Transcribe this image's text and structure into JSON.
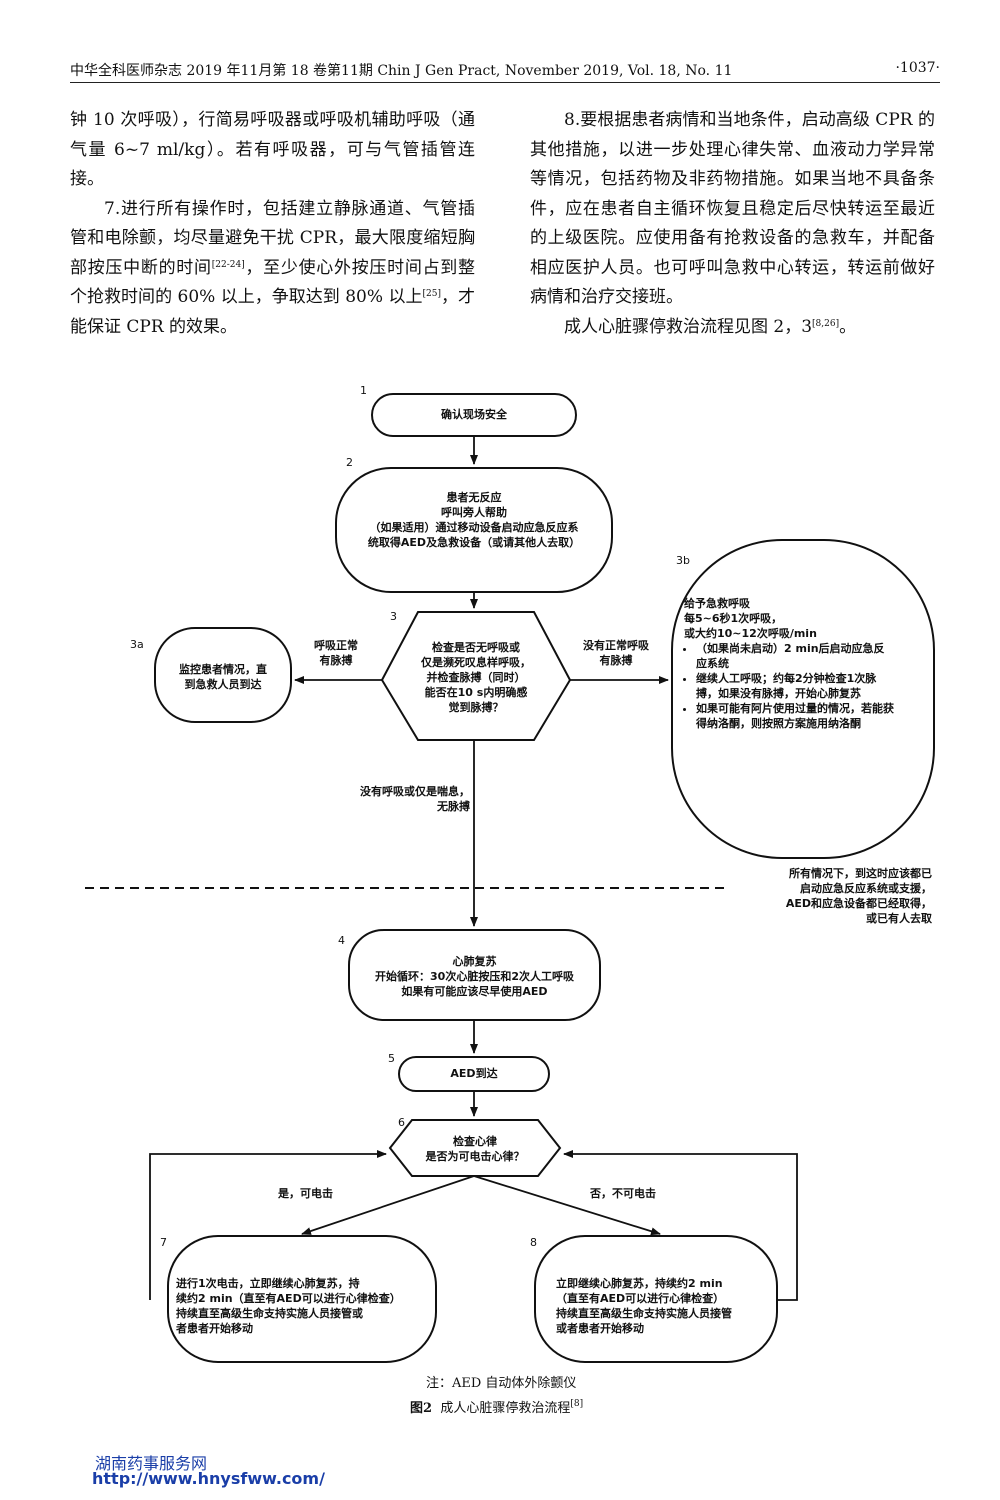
{
  "header": {
    "left": "中华全科医师杂志 2019 年11月第 18 卷第11期   Chin J Gen Pract, November 2019, Vol. 18, No. 11",
    "page": "·1037·"
  },
  "left_col": {
    "p1": "钟 10 次呼吸），行简易呼吸器或呼吸机辅助呼吸（通气量 6~7 ml/kg）。若有呼吸器，可与气管插管连接。",
    "p2a": "7.进行所有操作时，包括建立静脉通道、气管插管和电除颤，均尽量避免干扰 CPR，最大限度缩短胸部按压中断的时间",
    "p2_ref1": "[22-24]",
    "p2b": "，至少使心外按压时间占到整个抢救时间的 60% 以上，争取达到 80% 以上",
    "p2_ref2": "[25]",
    "p2c": "，才能保证 CPR 的效果。"
  },
  "right_col": {
    "p1": "8.要根据患者病情和当地条件，启动高级 CPR 的其他措施，以进一步处理心律失常、血液动力学异常等情况，包括药物及非药物措施。如果当地不具备条件，应在患者自主循环恢复且稳定后尽快转运至最近的上级医院。应使用备有抢救设备的急救车，并配备相应医护人员。也可呼叫急救中心转运，转运前做好病情和治疗交接班。",
    "p2a": "成人心脏骤停救治流程见图 2，3",
    "p2_ref": "[8,26]",
    "p2b": "。"
  },
  "flow": {
    "n1": "1",
    "box1": "确认现场安全",
    "n2": "2",
    "box2": [
      "患者无反应",
      "呼叫旁人帮助",
      "（如果适用）通过移动设备启动应急反应系",
      "统取得AED及急救设备（或请其他人去取）"
    ],
    "n3": "3",
    "box3": [
      "检查是否无呼吸或",
      "仅是濒死叹息样呼吸，",
      "并检查脉搏（同时）",
      "能否在10 s内明确感",
      "觉到脉搏？"
    ],
    "n3a": "3a",
    "box3a": [
      "监控患者情况，直",
      "到急救人员到达"
    ],
    "lbl3a": [
      "呼吸正常",
      "有脉搏"
    ],
    "n3b": "3b",
    "lbl3b": [
      "没有正常呼吸",
      "有脉搏"
    ],
    "box3b_head": [
      "给予急救呼吸",
      "每5~6秒1次呼吸，",
      "或大约10~12次呼吸/min"
    ],
    "box3b_bullets": [
      "（如果尚未启动）2 min后启动应急反应系统",
      "继续人工呼吸；约每2分钟检查1次脉搏，如果没有脉搏，开始心肺复苏",
      "如果可能有阿片使用过量的情况，若能获得纳洛酮，则按照方案施用纳洛酮"
    ],
    "lbl_down": [
      "没有呼吸或仅是喘息，",
      "无脉搏"
    ],
    "side_note": [
      "所有情况下，到这时应该都已",
      "启动应急反应系统或支援，",
      "AED和应急设备都已经取得，",
      "或已有人去取"
    ],
    "n4": "4",
    "box4": [
      "心肺复苏",
      "开始循环：30次心脏按压和2次人工呼吸",
      "如果有可能应该尽早使用AED"
    ],
    "n5": "5",
    "box5": "AED到达",
    "n6": "6",
    "box6": [
      "检查心律",
      "是否为可电击心律？"
    ],
    "lbl_yes": "是，可电击",
    "lbl_no": "否，不可电击",
    "n7": "7",
    "box7": [
      "进行1次电击，立即继续心肺复苏，持",
      "续约2 min（直至有AED可以进行心律检查）",
      "持续直至高级生命支持实施人员接管或",
      "者患者开始移动"
    ],
    "n8": "8",
    "box8": [
      "立即继续心肺复苏，持续约2 min",
      "（直至有AED可以进行心律检查）",
      "持续直至高级生命支持实施人员接管",
      "或者患者开始移动"
    ]
  },
  "note": "注：AED 自动体外除颤仪",
  "caption": {
    "label": "图2",
    "text": "成人心脏骤停救治流程",
    "ref": "[8]"
  },
  "watermark": {
    "line1": "湖南药事服务网",
    "line2": "http://www.hnysfww.com/"
  }
}
